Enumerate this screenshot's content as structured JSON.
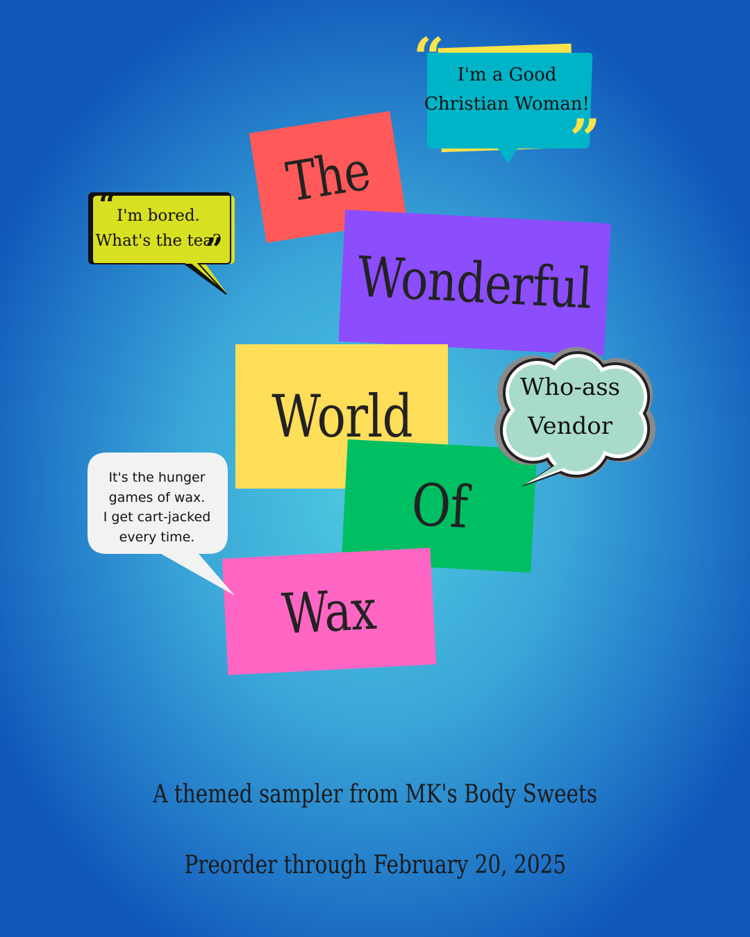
{
  "title_words": {
    "the": "The",
    "wonderful": "Wonderful",
    "world": "World",
    "of": "Of",
    "wax": "Wax"
  },
  "bubbles": {
    "bored": {
      "line1": "I'm bored.",
      "line2": "What's the tea?"
    },
    "christian": {
      "line1": "I'm a Good",
      "line2": "Christian Woman!"
    },
    "vendor": {
      "line1": "Who-ass",
      "line2": "Vendor"
    },
    "hunger": {
      "line1": "It's the hunger",
      "line2": "games of wax.",
      "line3": "I get cart-jacked",
      "line4": "every time."
    }
  },
  "footer": {
    "tagline": "A themed sampler from MK's Body Sweets",
    "preorder": "Preorder through February 20, 2025"
  },
  "colors": {
    "card_the": "#ff5a59",
    "card_wonderful": "#8c4dfc",
    "card_world": "#ffde59",
    "card_of": "#00bf63",
    "card_wax": "#ff66c4",
    "bubble_bored": "#d8e022",
    "bubble_christian": "#00b4c8",
    "bubble_vendor": "#a8dcc8",
    "bubble_hunger": "#f2f2f2",
    "quote_accent": "#f9e24a"
  }
}
